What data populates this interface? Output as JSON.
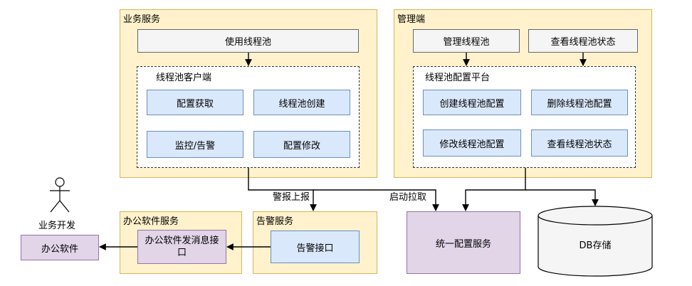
{
  "business_service": {
    "title": "业务服务",
    "use_pool": "使用线程池",
    "client": {
      "title": "线程池客户端",
      "items": [
        "配置获取",
        "线程池创建",
        "监控/告警",
        "配置修改"
      ]
    }
  },
  "admin": {
    "title": "管理端",
    "manage_pool": "管理线程池",
    "view_status": "查看线程池状态",
    "platform": {
      "title": "线程池配置平台",
      "items": [
        "创建线程池配置",
        "删除线程池配置",
        "修改线程池配置",
        "查看线程池状态"
      ]
    }
  },
  "actor": {
    "label": "业务开发"
  },
  "office_app": {
    "label": "办公软件"
  },
  "office_service": {
    "title": "办公软件服务",
    "send_api": "办公软件发消息接口"
  },
  "alarm_service": {
    "title": "告警服务",
    "alarm_api": "告警接口"
  },
  "config_service": {
    "label": "统一配置服务"
  },
  "db": {
    "label": "DB存储"
  },
  "edges": {
    "alarm_report": "警报上报",
    "startup_pull": "启动拉取"
  },
  "colors": {
    "group_fill": "#fff2cc",
    "group_stroke": "#d6b656",
    "blue_fill": "#dae8fc",
    "blue_stroke": "#6c8ebf",
    "purple_fill": "#e1d5e7",
    "purple_stroke": "#9673a6",
    "grey_fill": "#f5f5f5"
  }
}
